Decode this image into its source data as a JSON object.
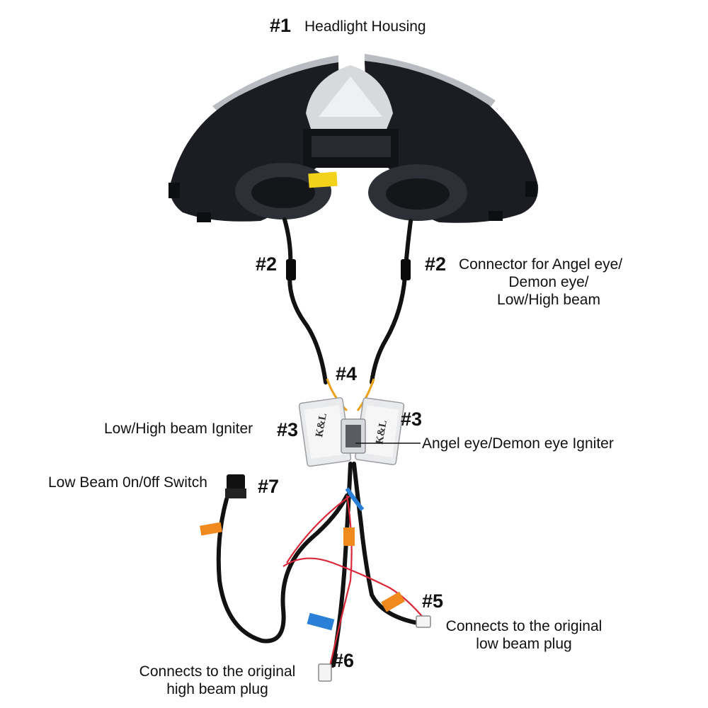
{
  "labels": {
    "housing_num": "#1",
    "housing_text": "Headlight Housing",
    "connector_left_num": "#2",
    "connector_right_num": "#2",
    "connector_text_1": "Connector for Angel eye/",
    "connector_text_2": "Demon eye/",
    "connector_text_3": "Low/High beam",
    "splitter_num": "#4",
    "igniter_left_num": "#3",
    "igniter_left_text": "Low/High beam Igniter",
    "igniter_right_num": "#3",
    "igniter_right_text": "Angel eye/Demon eye Igniter",
    "switch_num": "#7",
    "switch_text": "Low Beam 0n/0ff Switch",
    "low_plug_num": "#5",
    "low_plug_text_1": "Connects to the original",
    "low_plug_text_2": "low beam plug",
    "high_plug_num": "#6",
    "high_plug_text_1": "Connects to the original",
    "high_plug_text_2": "high beam plug"
  },
  "igniter_brand": "K&L",
  "colors": {
    "housing": "#1c1d22",
    "housing_dark": "#0d0e11",
    "cable": "#121212",
    "igniter_body": "#e9eaec",
    "red_wire": "#d8283a",
    "yellow_wire": "#e9a21c",
    "orange_label": "#f08a1e",
    "blue_label": "#2a7fd6",
    "sticker": "#f2d21a"
  }
}
